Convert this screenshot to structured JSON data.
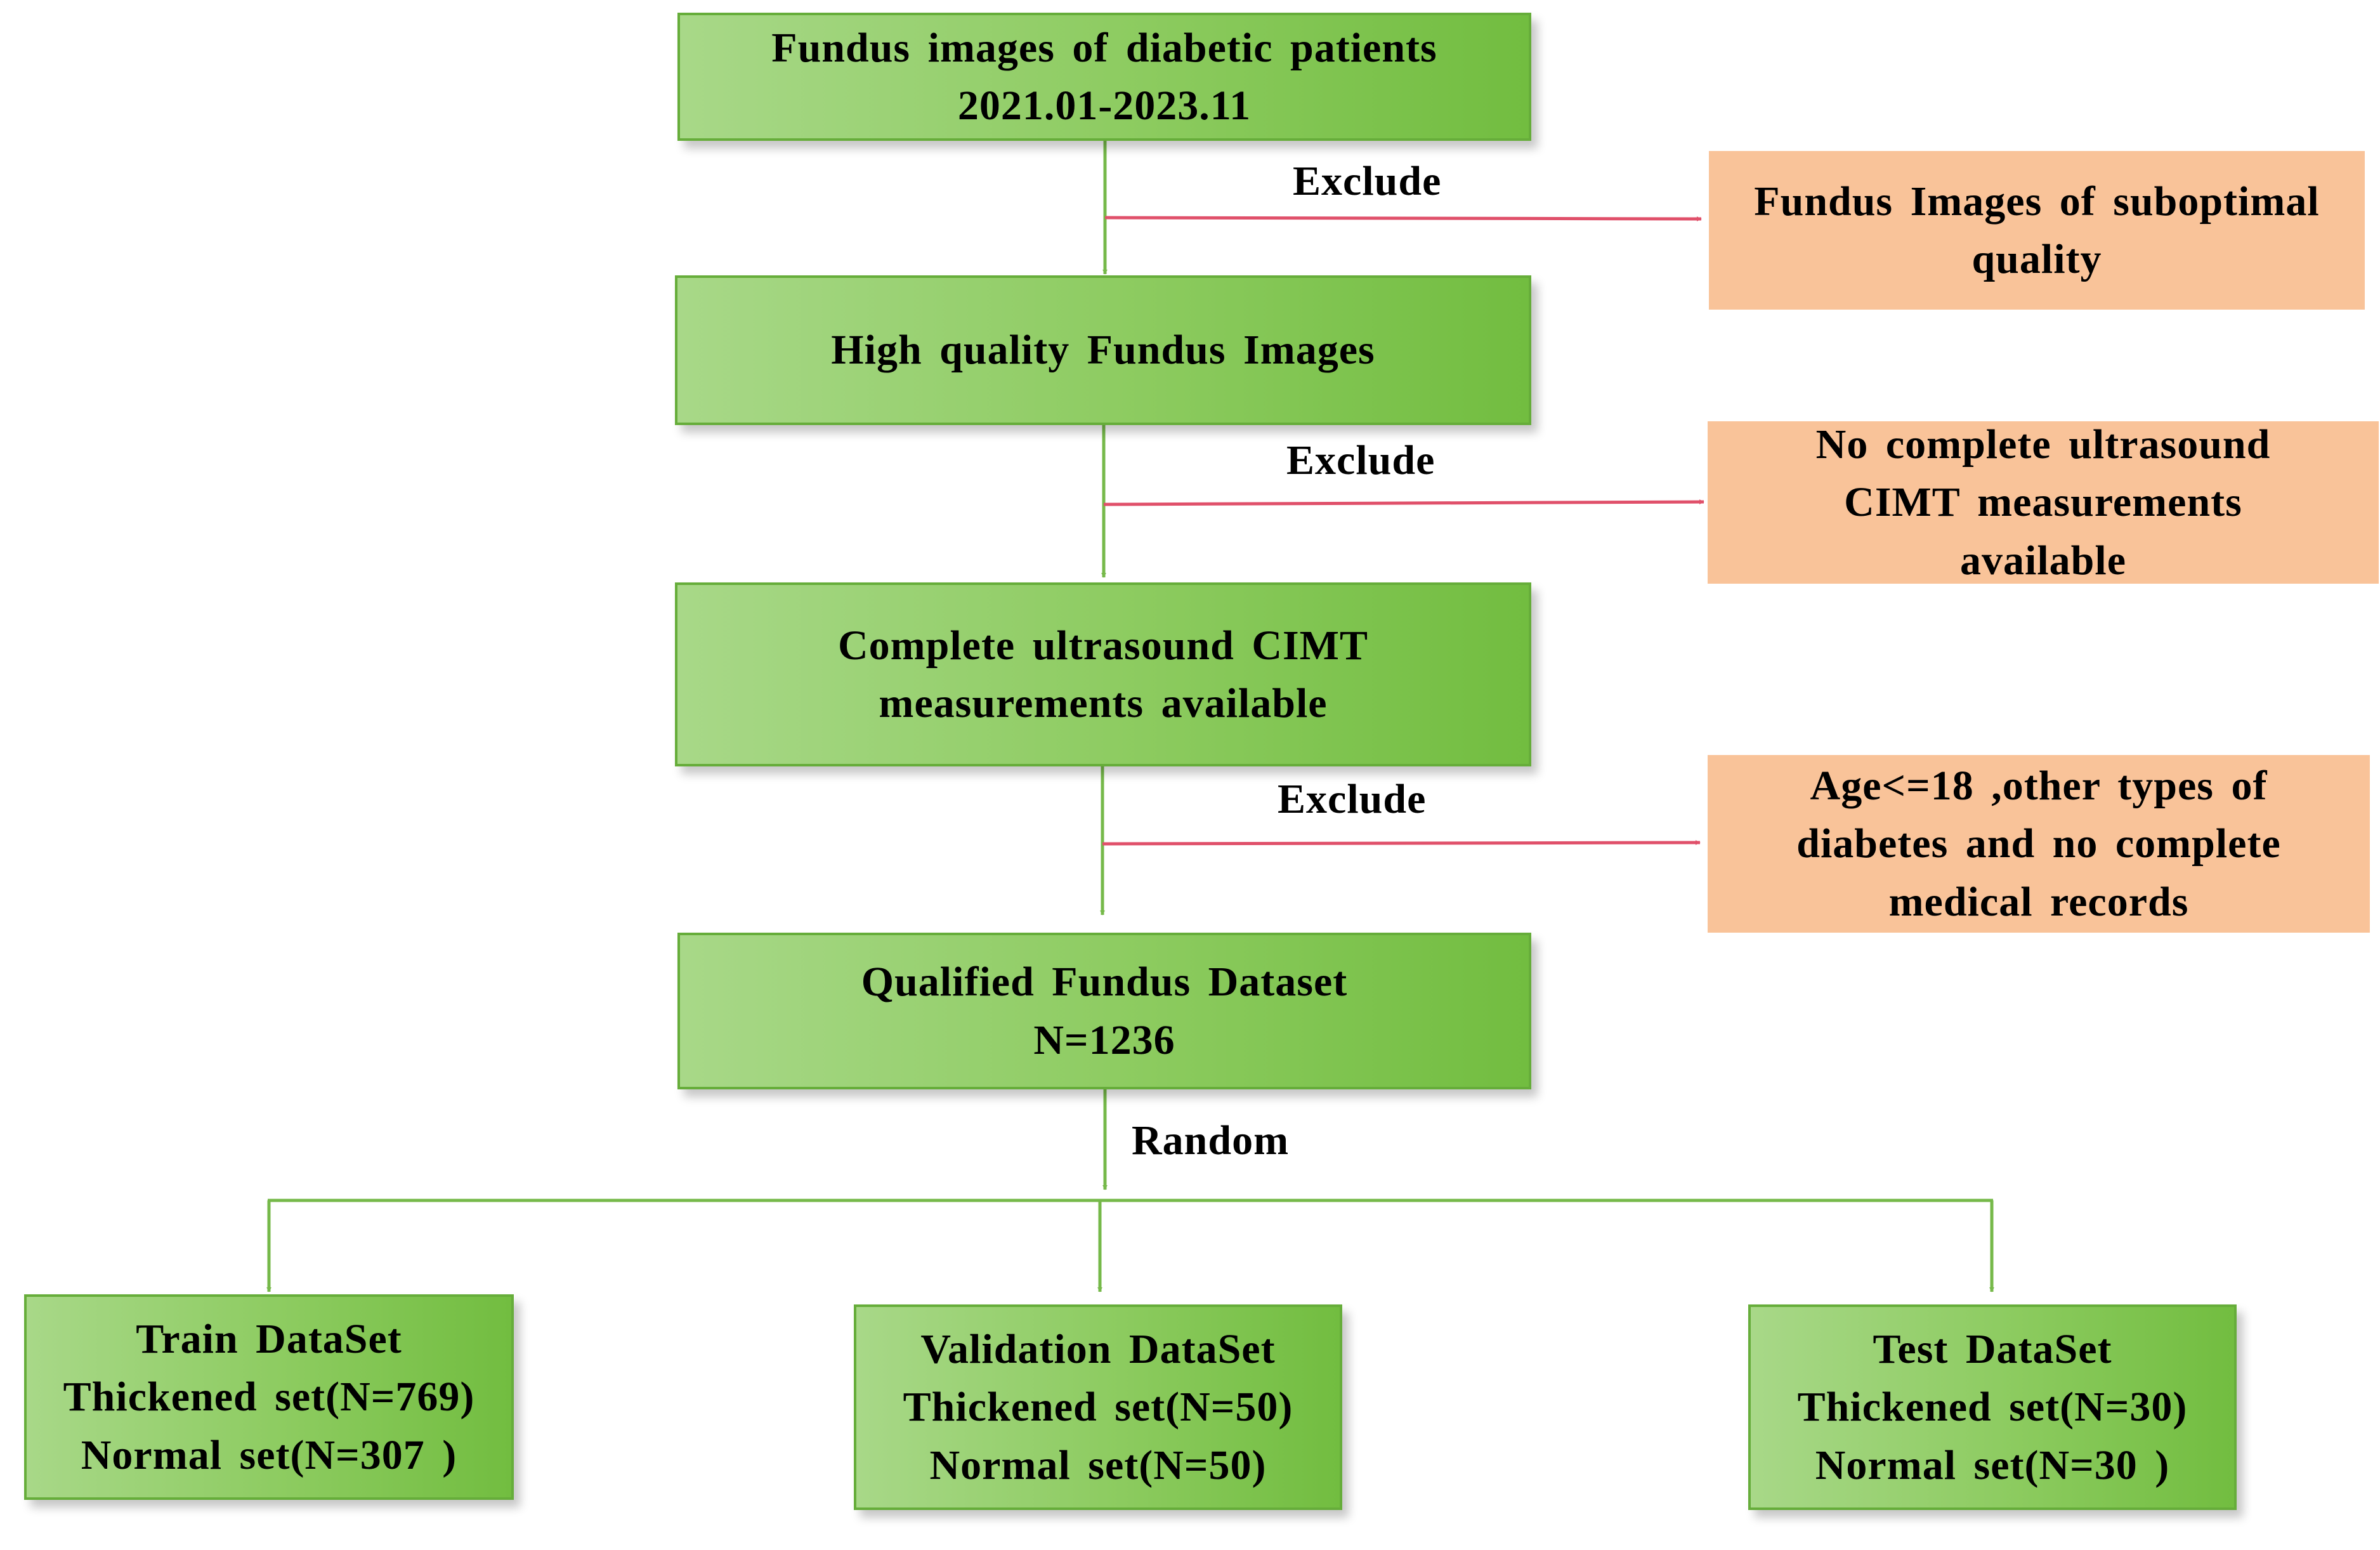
{
  "flow": {
    "source": {
      "line1": "Fundus images of diabetic patients",
      "line2": "2021.01-2023.11"
    },
    "high_quality": {
      "line1": "High quality Fundus Images"
    },
    "cimt_available": {
      "line1": "Complete ultrasound CIMT",
      "line2": "measurements available"
    },
    "qualified": {
      "line1": "Qualified Fundus Dataset",
      "line2": "N=1236"
    },
    "train": {
      "line1": "Train DataSet",
      "line2": "Thickened set(N=769)",
      "line3": "Normal set(N=307 )"
    },
    "validation": {
      "line1": "Validation DataSet",
      "line2": "Thickened set(N=50)",
      "line3": "Normal set(N=50)"
    },
    "test": {
      "line1": "Test DataSet",
      "line2": "Thickened set(N=30)",
      "line3": "Normal set(N=30 )"
    }
  },
  "exclusions": {
    "suboptimal": {
      "line1": "Fundus Images of suboptimal",
      "line2": "quality"
    },
    "no_cimt": {
      "line1": "No complete ultrasound",
      "line2": "CIMT measurements",
      "line3": "available"
    },
    "age_other": {
      "line1": "Age<=18 ,other types of",
      "line2": "diabetes and no complete",
      "line3": "medical records"
    }
  },
  "labels": {
    "exclude_1": "Exclude",
    "exclude_2": "Exclude",
    "exclude_3": "Exclude",
    "random": "Random"
  },
  "colors": {
    "green_box_light": "#a8d888",
    "green_box_dark": "#72bd40",
    "green_line": "#76b94a",
    "exclusion_fill": "#f9c399",
    "exclusion_arrow": "#e0506a"
  }
}
